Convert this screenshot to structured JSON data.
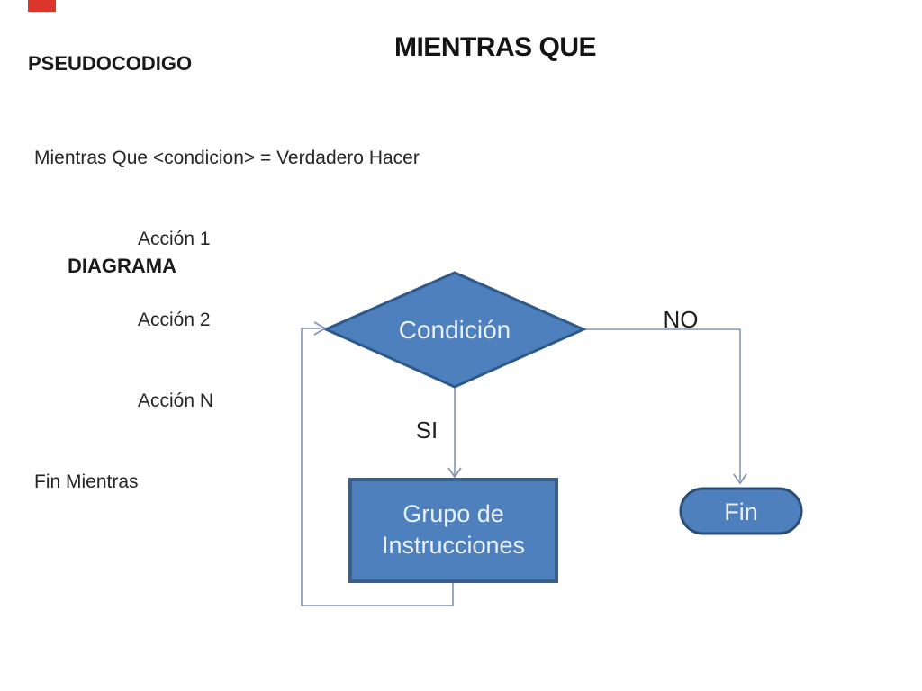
{
  "slide": {
    "title": "MIENTRAS QUE"
  },
  "pseudocode": {
    "heading": "PSEUDOCODIGO",
    "opening_line": "Mientras Que <condicion> = Verdadero Hacer",
    "actions": [
      "Acción 1",
      "Acción 2",
      "Acción N"
    ],
    "closing_line": "Fin Mientras"
  },
  "diagram": {
    "heading": "DIAGRAMA",
    "condition": "Condición",
    "branch_yes": "SI",
    "branch_no": "NO",
    "process_line1": "Grupo de",
    "process_line2": "Instrucciones",
    "terminator": "Fin"
  },
  "colors": {
    "shape_fill": "#4d80bc",
    "diamond_border": "#2e598b",
    "process_border": "#35608f",
    "terminator_border": "#2b4e74",
    "connector_line": "#8496b3",
    "shape_text": "#e8f0fa",
    "body_text": "#262626",
    "red_marker": "#db352c"
  }
}
